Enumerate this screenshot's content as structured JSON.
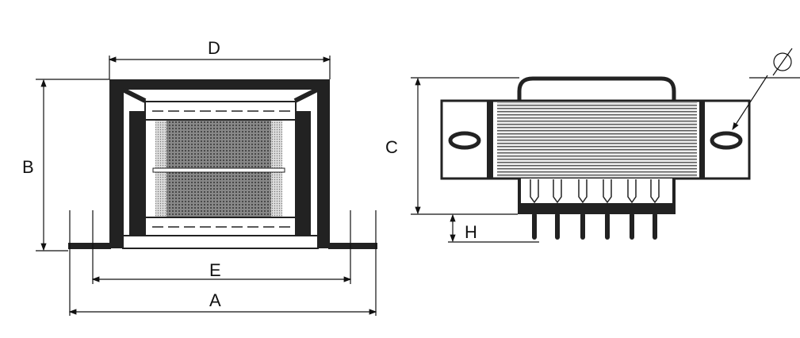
{
  "labels": {
    "a": "A",
    "b": "B",
    "c": "C",
    "d": "D",
    "e": "E",
    "h": "H",
    "diameter": "Ø"
  },
  "colors": {
    "ink": "#111111",
    "winding": "#555555",
    "paper": "#ffffff"
  }
}
